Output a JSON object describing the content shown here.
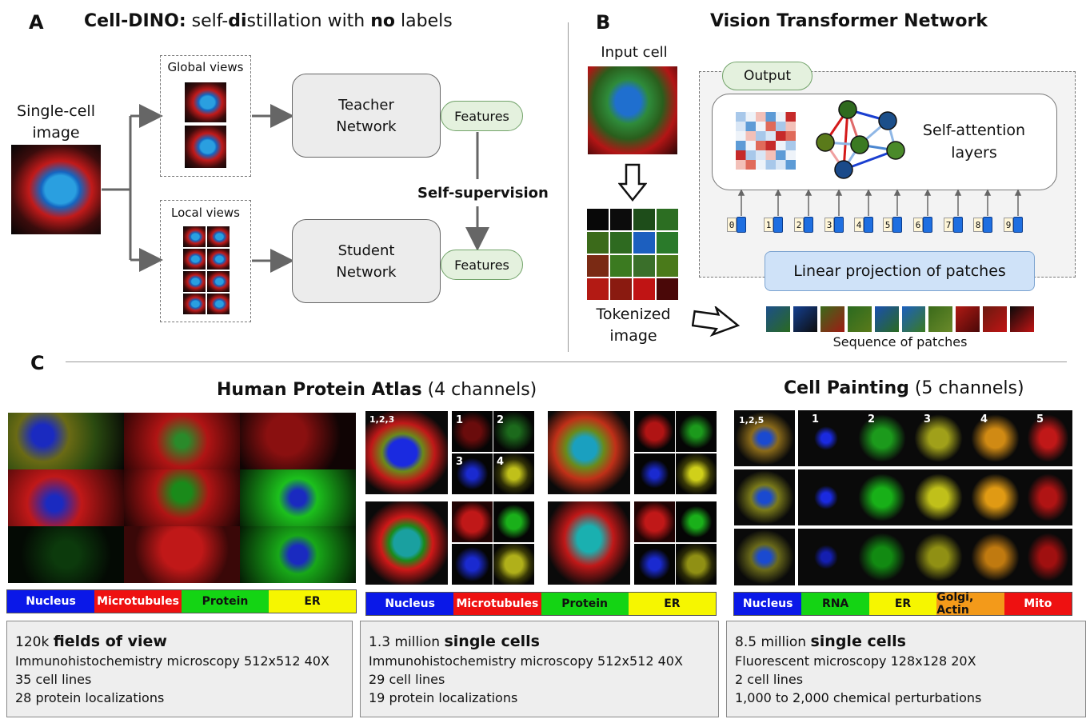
{
  "panelA": {
    "letter": "A",
    "title_bold": "Cell-DINO:",
    "title_parts": [
      " self-",
      "di",
      "stillation with ",
      "no",
      " labels"
    ],
    "single_cell_label": "Single-cell image",
    "global_views": "Global views",
    "local_views": "Local views",
    "teacher": "Teacher Network",
    "student": "Student Network",
    "features_top": "Features",
    "features_bottom": "Features",
    "self_supervision": "Self-supervision"
  },
  "panelB": {
    "letter": "B",
    "title": "Vision Transformer Network",
    "input_cell": "Input cell",
    "tokenized": "Tokenized image",
    "output": "Output",
    "self_attention": "Self-attention layers",
    "linear_projection": "Linear projection of patches",
    "sequence": "Sequence of patches",
    "tokens": [
      "0",
      "1",
      "2",
      "3",
      "4",
      "5",
      "6",
      "7",
      "8",
      "9"
    ]
  },
  "panelC": {
    "letter": "C",
    "hpa_title_bold": "Human Protein Atlas",
    "hpa_title_rest": " (4 channels)",
    "cp_title_bold": "Cell Painting",
    "cp_title_rest": " (5 channels)",
    "hpa_tile_labels": [
      "1,2,3",
      "1",
      "2",
      "3",
      "4"
    ],
    "cp_tile_labels": [
      "1,2,5",
      "1",
      "2",
      "3",
      "4",
      "5"
    ],
    "legend1": [
      {
        "label": "Nucleus",
        "bg": "#0a18e8",
        "fg": "#ffffff"
      },
      {
        "label": "Microtubules",
        "bg": "#ee1111",
        "fg": "#ffffff"
      },
      {
        "label": "Protein",
        "bg": "#14d414",
        "fg": "#111111"
      },
      {
        "label": "ER",
        "bg": "#f6f600",
        "fg": "#111111"
      }
    ],
    "legend2": [
      {
        "label": "Nucleus",
        "bg": "#0a18e8",
        "fg": "#ffffff"
      },
      {
        "label": "Microtubules",
        "bg": "#ee1111",
        "fg": "#ffffff"
      },
      {
        "label": "Protein",
        "bg": "#14d414",
        "fg": "#111111"
      },
      {
        "label": "ER",
        "bg": "#f6f600",
        "fg": "#111111"
      }
    ],
    "legend3": [
      {
        "label": "Nucleus",
        "bg": "#0a18e8",
        "fg": "#ffffff"
      },
      {
        "label": "RNA",
        "bg": "#14d414",
        "fg": "#111111"
      },
      {
        "label": "ER",
        "bg": "#f6f600",
        "fg": "#111111"
      },
      {
        "label": "Golgi, Actin",
        "bg": "#f39a1a",
        "fg": "#111111"
      },
      {
        "label": "Mito",
        "bg": "#ee1111",
        "fg": "#ffffff"
      }
    ],
    "info1": {
      "count": "120k",
      "bold": "fields of view",
      "lines": [
        "Immunohistochemistry microscopy 512x512 40X",
        "35 cell lines",
        "28 protein localizations"
      ]
    },
    "info2": {
      "count": "1.3 million",
      "bold": "single cells",
      "lines": [
        "Immunohistochemistry microscopy 512x512 40X",
        "29 cell lines",
        "19 protein localizations"
      ]
    },
    "info3": {
      "count": "8.5 million",
      "bold": "single cells",
      "lines": [
        "Fluorescent microscopy 128x128 20X",
        "2 cell lines",
        "1,000 to 2,000 chemical perturbations"
      ]
    }
  }
}
